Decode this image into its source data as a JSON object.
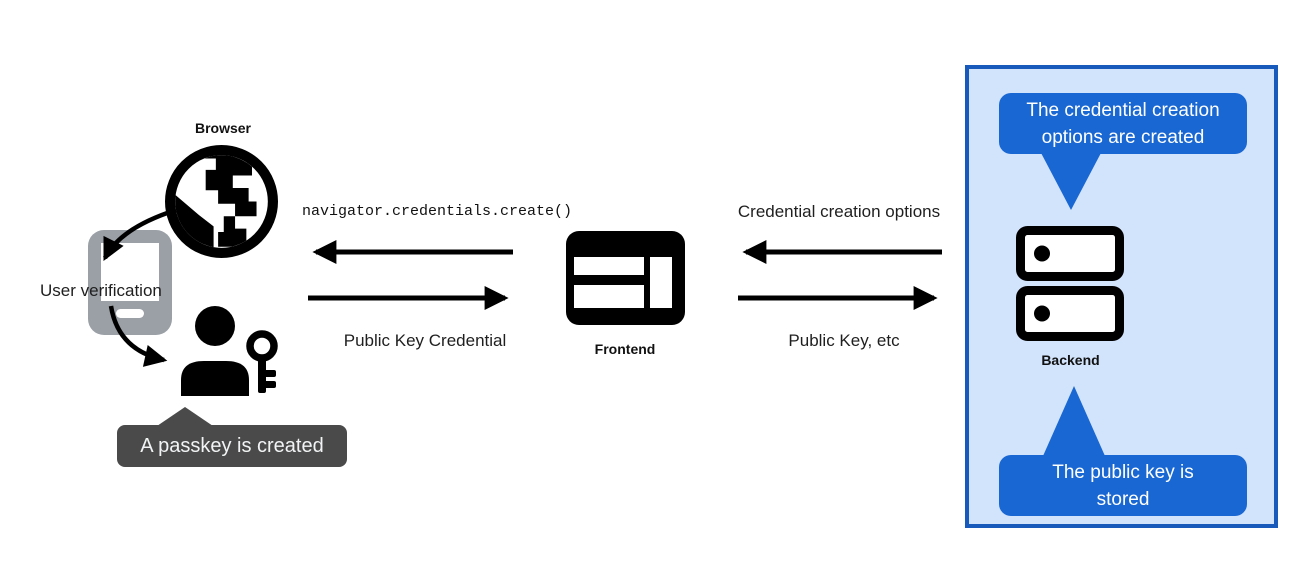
{
  "colors": {
    "accent_blue": "#1967d2",
    "panel_border": "#185abc",
    "panel_background": "#d2e3fc",
    "dark_tooltip_background": "#4a4a4a",
    "tooltip_text": "#ffffff",
    "icon_black": "#000000",
    "phone_gray": "#9aa0a6",
    "text": "#1f1f1f"
  },
  "icons": {
    "browser": "globe-icon",
    "authenticator": "smartphone-icon",
    "user": "person-key-icon",
    "frontend": "browser-window-icon",
    "backend": "server-rack-icon",
    "flow": "arrow-icon"
  },
  "labels": {
    "browser": "Browser",
    "user_verification": "User verification",
    "frontend": "Frontend",
    "backend": "Backend"
  },
  "flows": {
    "navigator_create": "navigator.credentials.create()",
    "public_key_credential": "Public Key Credential",
    "credential_creation_options": "Credential creation options",
    "public_key_etc": "Public Key, etc"
  },
  "tooltips": {
    "passkey_created": "A passkey is created",
    "options_created": "The credential creation options are created",
    "public_key_stored": "The public key is stored"
  }
}
